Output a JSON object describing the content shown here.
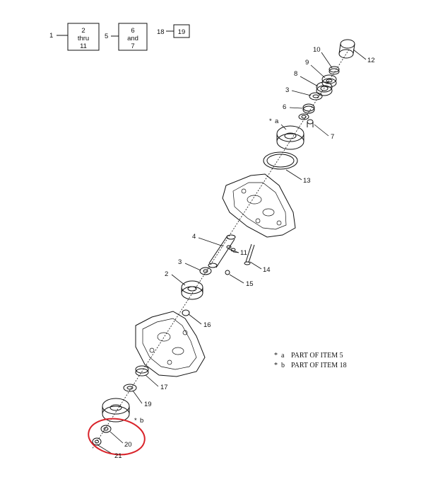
{
  "legend_boxes": [
    {
      "ref": "1",
      "line1": "2",
      "line2": "thru",
      "line3": "11"
    },
    {
      "ref": "5",
      "line1": "6",
      "line2": "and",
      "line3": "7"
    },
    {
      "ref": "18",
      "line1": "19"
    }
  ],
  "callouts": {
    "c12": "12",
    "c10": "10",
    "c9": "9",
    "c8": "8",
    "c3a": "3",
    "c6": "6",
    "c_a": "a",
    "c7": "7",
    "c13": "13",
    "c4": "4",
    "c11": "11",
    "c14": "14",
    "c3b": "3",
    "c2": "2",
    "c15": "15",
    "c16": "16",
    "c17": "17",
    "c19": "19",
    "c_b": "b",
    "c20": "20",
    "c21": "21"
  },
  "notes": [
    {
      "mark": "a",
      "text": "PART OF ITEM 5"
    },
    {
      "mark": "b",
      "text": "PART OF ITEM 18"
    }
  ],
  "colors": {
    "ink": "#111111",
    "highlight": "#d9232a"
  }
}
